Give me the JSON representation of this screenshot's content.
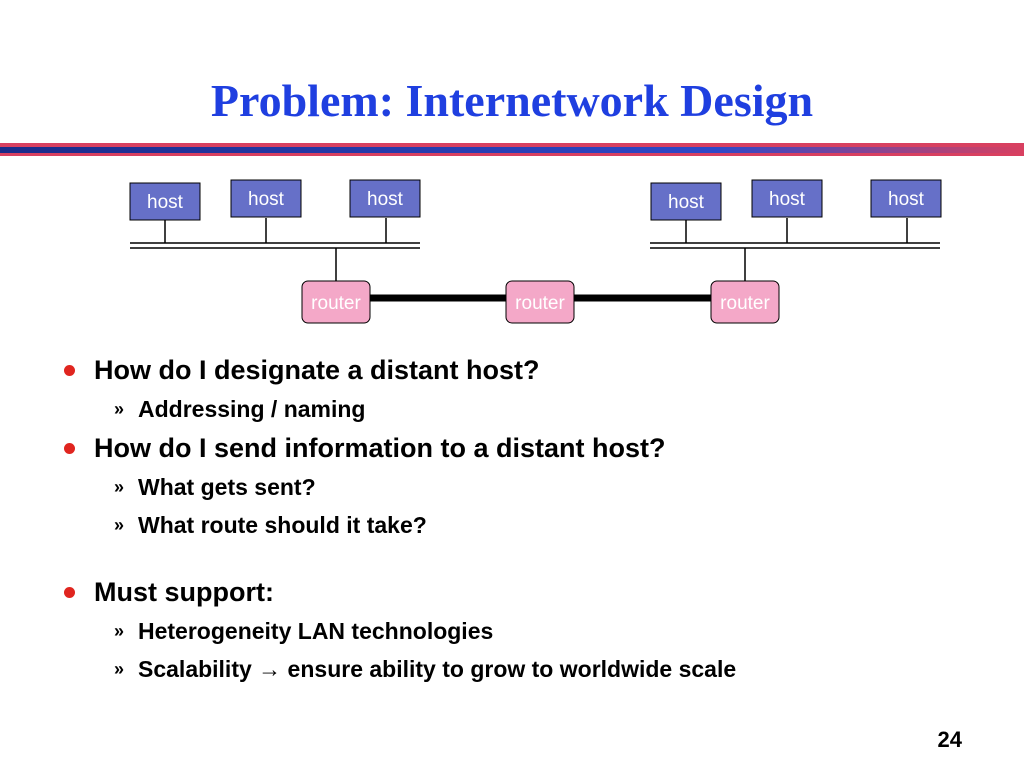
{
  "slide": {
    "title": "Problem: Internetwork Design",
    "page_number": "24"
  },
  "diagram": {
    "host_label": "host",
    "router_label": "router",
    "colors": {
      "host_fill": "#6670c8",
      "router_fill": "#f4a8c8",
      "line": "#000000"
    }
  },
  "bullets": [
    {
      "text": "How do I designate a distant host?",
      "subs": [
        "Addressing / naming"
      ]
    },
    {
      "text": "How do I send information to a distant host?",
      "subs": [
        "What gets sent?",
        "What route should it take?"
      ]
    },
    {
      "text": "Must support:",
      "subs": [
        "Heterogeneity LAN technologies",
        "Scalability → ensure ability to grow to worldwide scale"
      ]
    }
  ],
  "sub_marker": "»"
}
